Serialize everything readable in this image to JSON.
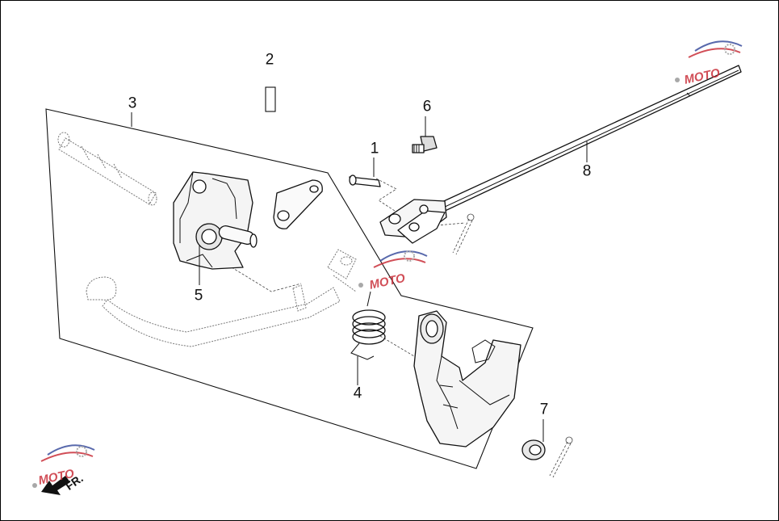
{
  "callouts": [
    {
      "id": "1",
      "label": "1"
    },
    {
      "id": "2",
      "label": "2"
    },
    {
      "id": "3",
      "label": "3"
    },
    {
      "id": "4",
      "label": "4"
    },
    {
      "id": "5",
      "label": "5"
    },
    {
      "id": "6",
      "label": "6"
    },
    {
      "id": "7",
      "label": "7"
    },
    {
      "id": "8",
      "label": "8"
    }
  ],
  "direction_marker": {
    "label": "FR."
  },
  "watermark": {
    "text": "MOTO",
    "colors": {
      "primary": "#c9303a",
      "secondary": "#3c4f9e",
      "gear": "#9a9a9a"
    }
  }
}
